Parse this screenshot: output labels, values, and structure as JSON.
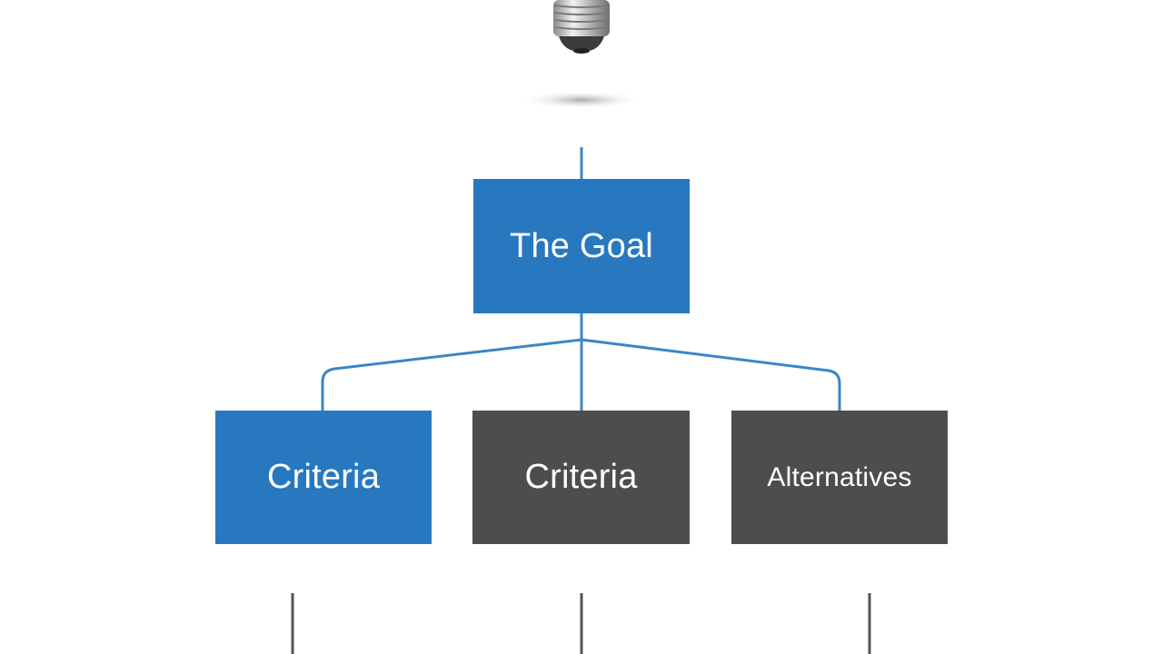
{
  "colors": {
    "background": "#ffffff",
    "blue": "#2878c0",
    "dark_gray": "#4d4d4d",
    "connector_blue": "#3a86c6",
    "connector_gray": "#555555",
    "text": "#ffffff"
  },
  "icon": "light-bulb-icon",
  "nodes": {
    "goal": {
      "label": "The Goal",
      "color": "#2878c0"
    },
    "criteria_1": {
      "label": "Criteria",
      "color": "#2878c0"
    },
    "criteria_2": {
      "label": "Criteria",
      "color": "#4d4d4d"
    },
    "alternatives": {
      "label": "Alternatives",
      "color": "#4d4d4d"
    }
  }
}
